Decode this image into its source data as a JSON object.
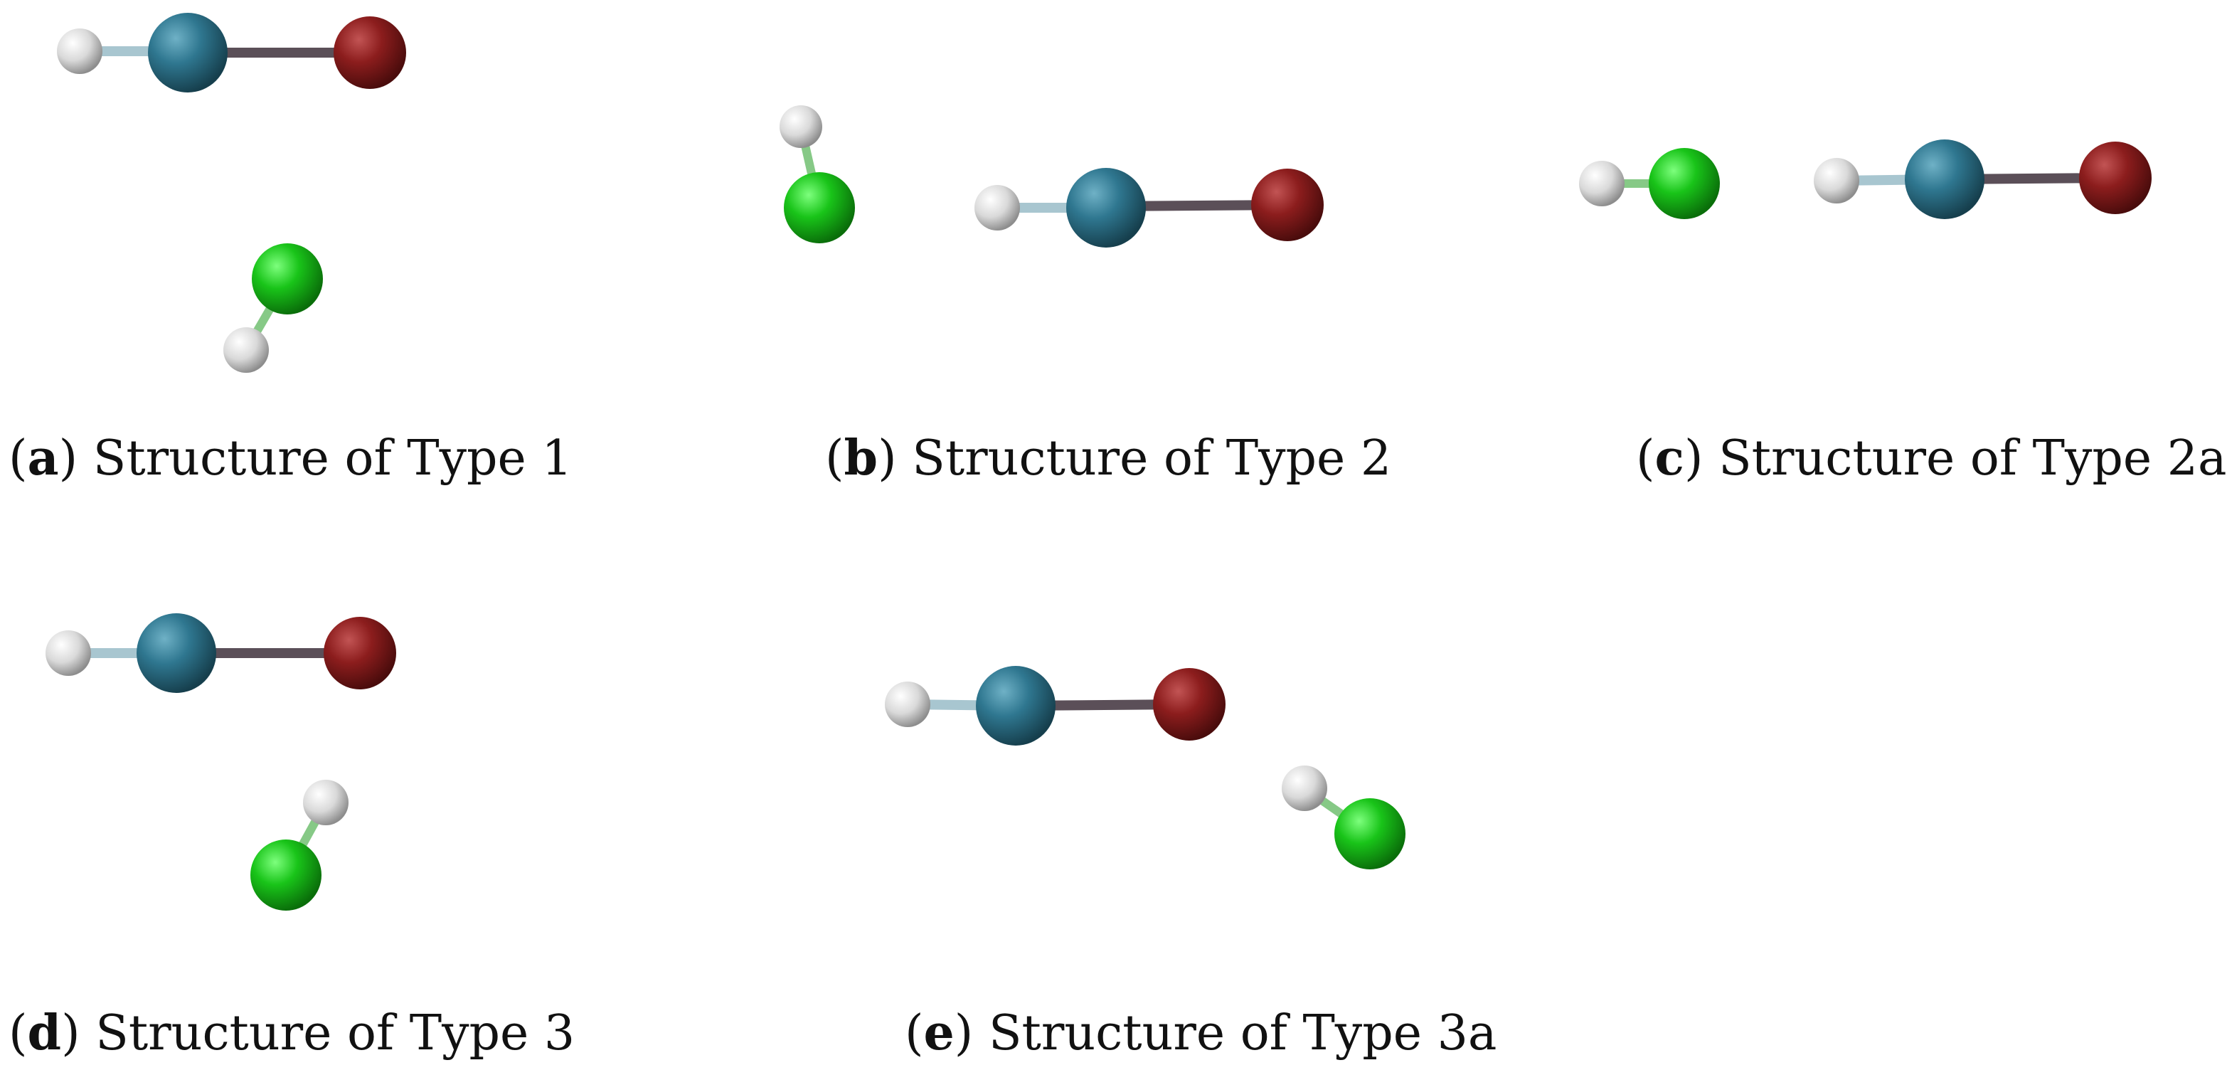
{
  "colors": {
    "hydrogen": "#e2e2e2",
    "carbon_teal": "#2f7790",
    "oxygen_red": "#8c1d1d",
    "chlorine_green": "#1fcc1f",
    "background": "#ffffff"
  },
  "atom_types": {
    "H": {
      "color_key": "hydrogen",
      "icon": "white-sphere"
    },
    "C": {
      "color_key": "carbon_teal",
      "icon": "teal-sphere"
    },
    "O": {
      "color_key": "oxygen_red",
      "icon": "red-sphere"
    },
    "Cl": {
      "color_key": "chlorine_green",
      "icon": "green-sphere"
    }
  },
  "panels": [
    {
      "id": "a",
      "letter": "a",
      "caption_text": "Structure of Type 1",
      "molecules": [
        "HCO-linear",
        "HCl-tilted"
      ]
    },
    {
      "id": "b",
      "letter": "b",
      "caption_text": "Structure of Type 2",
      "molecules": [
        "HCl-upright",
        "HCO-linear"
      ]
    },
    {
      "id": "c",
      "letter": "c",
      "caption_text": "Structure of Type 2a",
      "molecules": [
        "HCl-horizontal",
        "HCO-linear"
      ]
    },
    {
      "id": "d",
      "letter": "d",
      "caption_text": "Structure of Type 3",
      "molecules": [
        "HCO-linear",
        "HCl-tilted"
      ]
    },
    {
      "id": "e",
      "letter": "e",
      "caption_text": "Structure of Type 3a",
      "molecules": [
        "HCO-linear",
        "HCl-tilted"
      ]
    }
  ]
}
